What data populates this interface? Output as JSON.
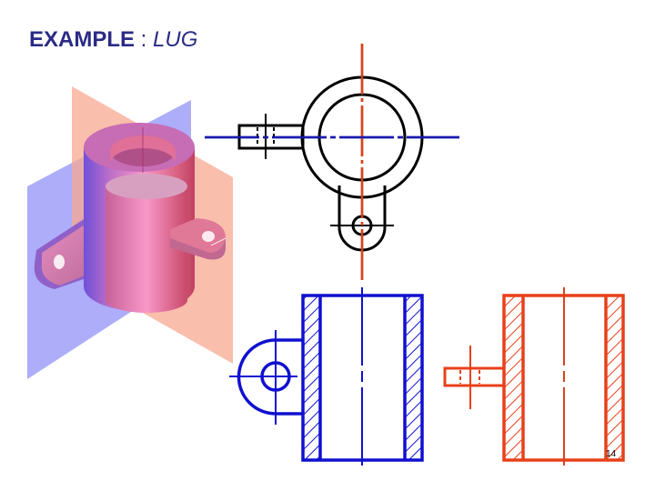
{
  "slide": {
    "title_main": "EXAMPLE",
    "title_sep": " : ",
    "title_sub": "LUG",
    "page_number": "14"
  },
  "colors": {
    "title": "#2b2b86",
    "top_view_outline": "#000000",
    "front_section": "#1010d0",
    "side_section": "#e8401a",
    "blue_centerline": "#1a1ab0",
    "red_centerline": "#d8441c",
    "plane_salmon": "#f8a890",
    "plane_blue": "#8a8af8",
    "part_pink": "#f090c0"
  },
  "views": {
    "isometric": {
      "label": "3D isometric view of lug with cutting planes"
    },
    "top": {
      "label": "Top view"
    },
    "front_section": {
      "label": "Front sectional view (blue plane)"
    },
    "side_section": {
      "label": "Side sectional view (red plane)"
    }
  }
}
